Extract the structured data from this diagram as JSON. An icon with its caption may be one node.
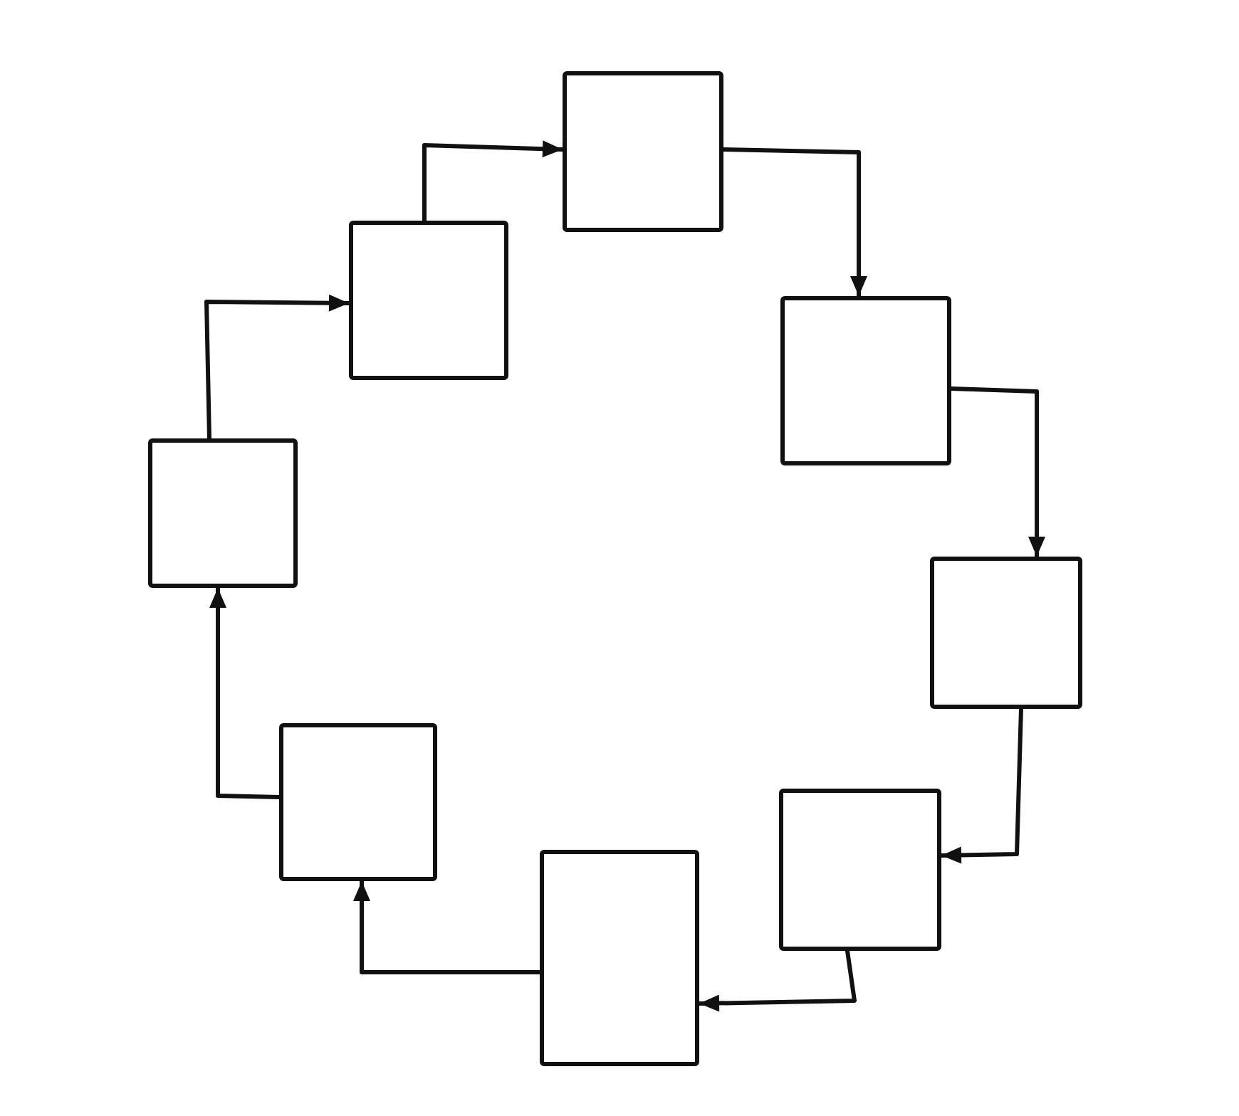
{
  "diagram": {
    "nodes": [
      {
        "text": [],
        "shape": "box"
      },
      {
        "text": [],
        "shape": "box"
      },
      {
        "text": [],
        "shape": "box"
      },
      {
        "text": [],
        "shape": "box"
      },
      {
        "text": [],
        "shape": "box"
      },
      {
        "text": [],
        "shape": "box"
      },
      {
        "text": [],
        "shape": "box"
      },
      {
        "text": [],
        "shape": "box"
      }
    ],
    "edges": [
      {
        "from": 1,
        "to": 0,
        "arrow": "to"
      },
      {
        "from": 0,
        "to": 2,
        "arrow": "to"
      },
      {
        "from": 2,
        "to": 4,
        "arrow": "to"
      },
      {
        "from": 4,
        "to": 6,
        "arrow": "to"
      },
      {
        "from": 6,
        "to": 7,
        "arrow": "to"
      },
      {
        "from": 7,
        "to": 5,
        "arrow": "to"
      },
      {
        "from": 5,
        "to": 3,
        "arrow": "to"
      },
      {
        "from": 3,
        "to": 1,
        "arrow": "to"
      }
    ]
  }
}
